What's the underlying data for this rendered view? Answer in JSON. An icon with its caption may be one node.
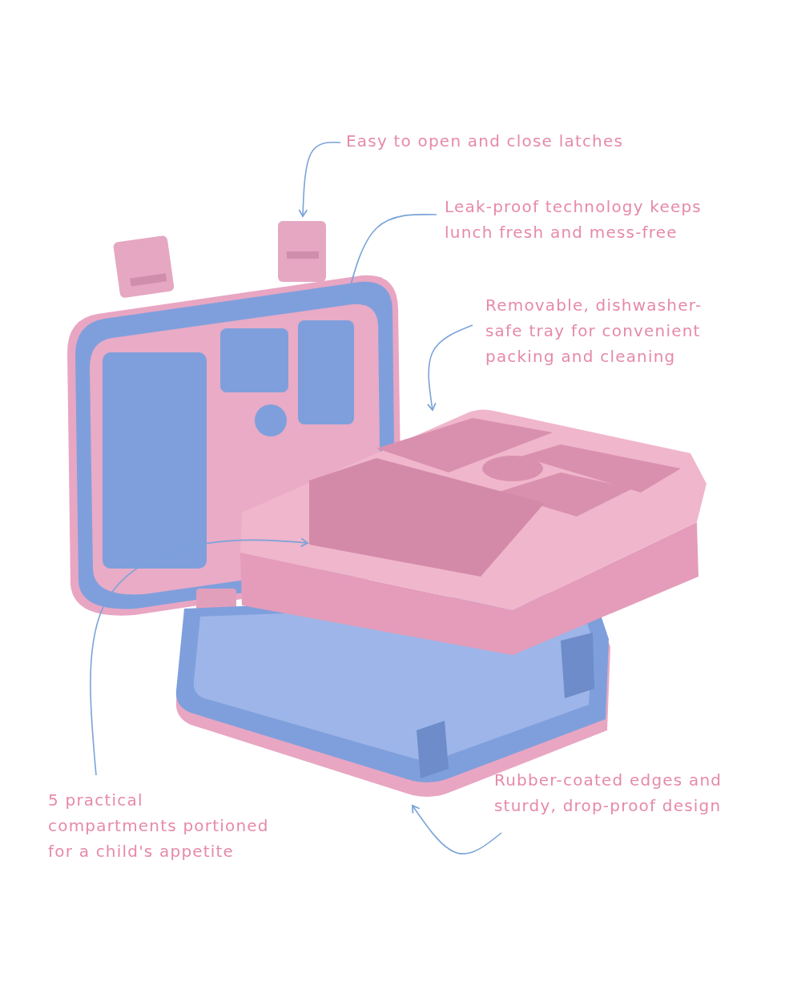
{
  "diagram": {
    "nodes": [
      {
        "text": [
          "Easy to open and close latches"
        ]
      },
      {
        "text": [
          "Leak-proof technology keeps lunch fresh and mess-free"
        ]
      },
      {
        "text": [
          "Removable, dishwasher-safe tray for convenient packing and cleaning"
        ]
      },
      {
        "text": [
          "Rubber-coated edges and sturdy, drop-proof design"
        ]
      },
      {
        "text": [
          "5 practical compartments portioned for a child's appetite"
        ]
      },
      {
        "text": [],
        "shape": "picture"
      },
      {
        "text": [],
        "shape": "picture"
      },
      {
        "text": [],
        "shape": "picture"
      },
      {
        "text": [],
        "shape": "picture",
        "in": 7
      },
      {
        "text": [],
        "shape": "picture"
      }
    ],
    "edges": [
      {
        "from": 0,
        "to": 5,
        "arrow": "to"
      },
      {
        "from": 1,
        "to": 6,
        "arrow": "to"
      },
      {
        "from": 2,
        "to": 7,
        "arrow": "to"
      },
      {
        "from": 3,
        "to": 9,
        "arrow": "to"
      },
      {
        "from": 4,
        "to": 8,
        "arrow": "to"
      }
    ]
  }
}
